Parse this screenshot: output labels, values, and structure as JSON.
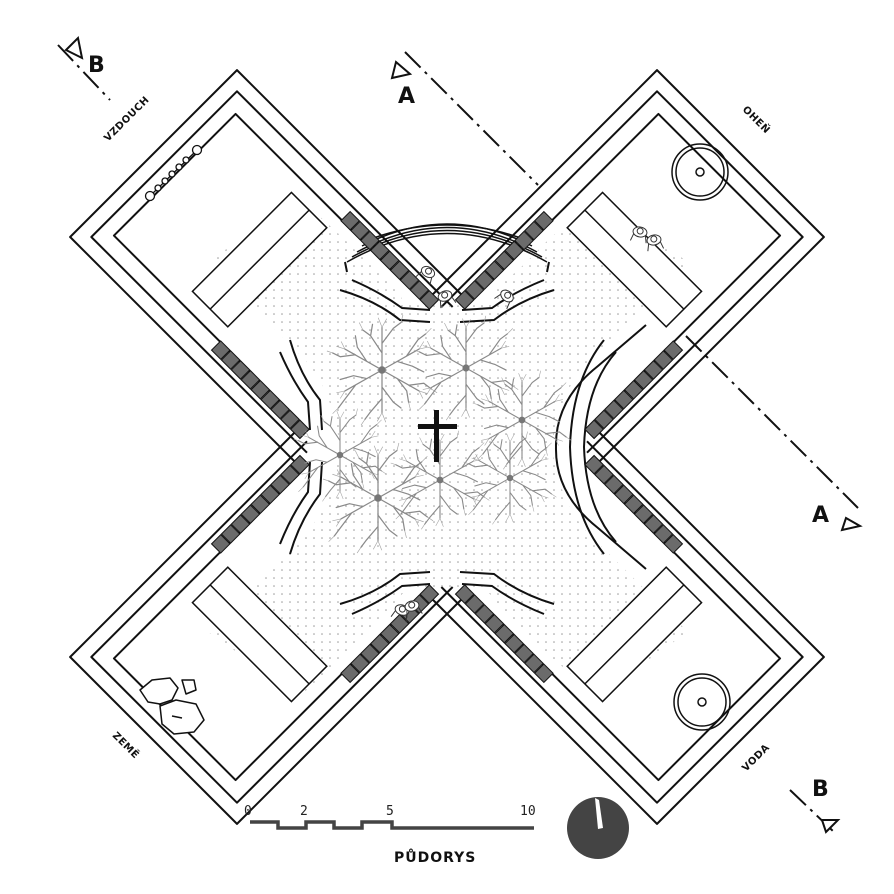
{
  "drawing": {
    "title": "PŮDORYS",
    "arms": [
      {
        "id": "vzduch",
        "label": "VZDOUCH",
        "symbol": "chain-of-circles"
      },
      {
        "id": "ohen",
        "label": "OHEŇ",
        "symbol": "fire-bowl"
      },
      {
        "id": "zeme",
        "label": "ZEMĚ",
        "symbol": "stones"
      },
      {
        "id": "voda",
        "label": "VODA",
        "symbol": "fountain-bowl"
      }
    ],
    "section_marks": [
      {
        "id": "a-top",
        "label": "A"
      },
      {
        "id": "a-bottom",
        "label": "A"
      },
      {
        "id": "b-top",
        "label": "B"
      },
      {
        "id": "b-bottom",
        "label": "B"
      }
    ],
    "scale_bar": {
      "labels": [
        "0",
        "2",
        "5",
        "10"
      ],
      "unit": "m"
    },
    "north_arrow": {
      "fill": "#444444"
    },
    "center_symbol": "cross-icon",
    "colors": {
      "line": "#111111",
      "paving_dots": "#9a9a9a",
      "tree": "#8a8a8a",
      "bench": "#6b6b6b"
    }
  }
}
